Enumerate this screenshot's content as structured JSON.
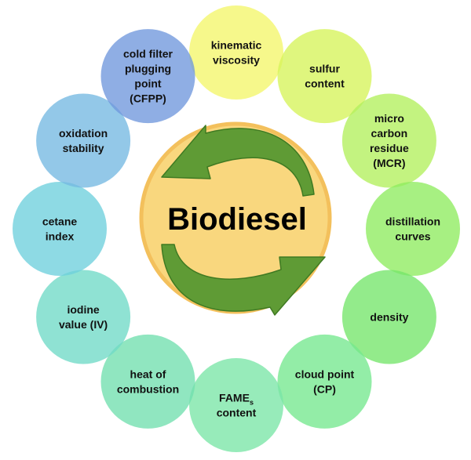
{
  "center": {
    "title": "Biodiesel",
    "fill": "#f9d77e",
    "stroke": "#f3c05c",
    "arrow_color": "#5f9b35"
  },
  "properties": [
    {
      "id": "kinematic-viscosity",
      "lines": [
        "kinematic",
        "viscosity"
      ],
      "color": "#f4f66a"
    },
    {
      "id": "sulfur-content",
      "lines": [
        "sulfur",
        "content"
      ],
      "color": "#d6f45a"
    },
    {
      "id": "micro-carbon-residue",
      "lines": [
        "micro",
        "carbon",
        "residue",
        "(MCR)"
      ],
      "color": "#b2ef5c"
    },
    {
      "id": "distillation-curves",
      "lines": [
        "distillation",
        "curves"
      ],
      "color": "#8eec5f"
    },
    {
      "id": "density",
      "lines": [
        "density"
      ],
      "color": "#74e56a"
    },
    {
      "id": "cloud-point",
      "lines": [
        "cloud point",
        "(CP)"
      ],
      "color": "#74e88e"
    },
    {
      "id": "fames-content",
      "lines": [
        "FAME",
        "content"
      ],
      "subscript": "s",
      "color": "#7ae6a6"
    },
    {
      "id": "heat-of-combustion",
      "lines": [
        "heat of",
        "combustion"
      ],
      "color": "#71dfae"
    },
    {
      "id": "iodine-value",
      "lines": [
        "iodine",
        "value (IV)"
      ],
      "color": "#6fdac7"
    },
    {
      "id": "cetane-index",
      "lines": [
        "cetane",
        "index"
      ],
      "color": "#6ed0dc"
    },
    {
      "id": "oxidation-stability",
      "lines": [
        "oxidation",
        "stability"
      ],
      "color": "#74b9e1"
    },
    {
      "id": "cold-filter-plugging-point",
      "lines": [
        "cold filter",
        "plugging",
        "point",
        "(CFPP)"
      ],
      "color": "#6f97dc"
    }
  ]
}
